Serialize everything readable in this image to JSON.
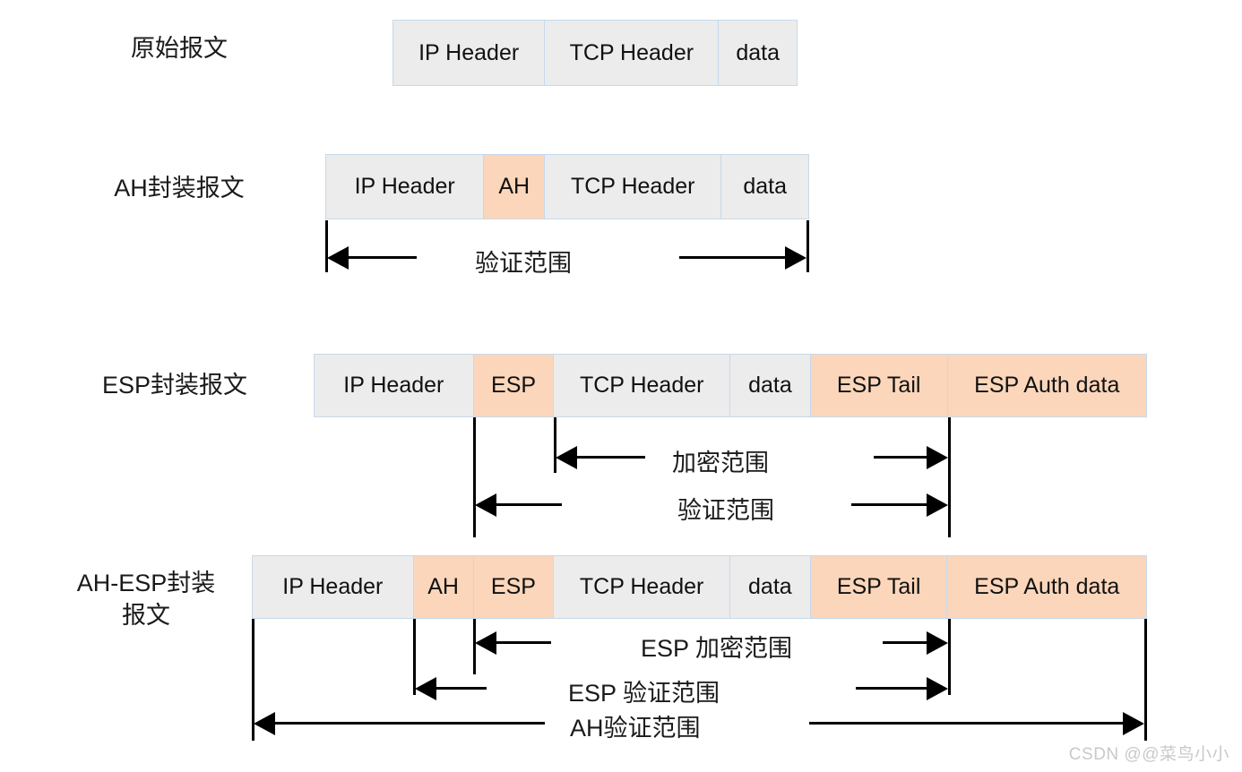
{
  "diagram": {
    "title": "IPsec AH / ESP packet encapsulation formats",
    "colors": {
      "grey_field": "#ececec",
      "orange_field": "#fbd6bb",
      "field_border": "#c6d9ec",
      "arrow": "#000000",
      "text": "#1a1a1a",
      "watermark": "#c9c9c9"
    },
    "rows": [
      {
        "id": "original",
        "label": "原始报文",
        "fields": [
          {
            "text": "IP Header",
            "color": "grey"
          },
          {
            "text": "TCP Header",
            "color": "grey"
          },
          {
            "text": "data",
            "color": "grey"
          }
        ],
        "scopes": []
      },
      {
        "id": "ah",
        "label": "AH封装报文",
        "fields": [
          {
            "text": "IP Header",
            "color": "grey"
          },
          {
            "text": "AH",
            "color": "orange"
          },
          {
            "text": "TCP Header",
            "color": "grey"
          },
          {
            "text": "data",
            "color": "grey"
          }
        ],
        "scopes": [
          {
            "text": "验证范围"
          }
        ]
      },
      {
        "id": "esp",
        "label": "ESP封装报文",
        "fields": [
          {
            "text": "IP Header",
            "color": "grey"
          },
          {
            "text": "ESP",
            "color": "orange"
          },
          {
            "text": "TCP Header",
            "color": "grey"
          },
          {
            "text": "data",
            "color": "grey"
          },
          {
            "text": "ESP Tail",
            "color": "orange"
          },
          {
            "text": "ESP Auth data",
            "color": "orange"
          }
        ],
        "scopes": [
          {
            "text": "加密范围"
          },
          {
            "text": "验证范围"
          }
        ]
      },
      {
        "id": "ah-esp",
        "label": "AH-ESP封装\n报文",
        "fields": [
          {
            "text": "IP Header",
            "color": "grey"
          },
          {
            "text": "AH",
            "color": "orange"
          },
          {
            "text": "ESP",
            "color": "orange"
          },
          {
            "text": "TCP Header",
            "color": "grey"
          },
          {
            "text": "data",
            "color": "grey"
          },
          {
            "text": "ESP Tail",
            "color": "orange"
          },
          {
            "text": "ESP Auth data",
            "color": "orange"
          }
        ],
        "scopes": [
          {
            "text": "ESP 加密范围"
          },
          {
            "text": "ESP 验证范围"
          },
          {
            "text": "AH验证范围"
          }
        ]
      }
    ],
    "watermark": "CSDN @@菜鸟小小"
  }
}
